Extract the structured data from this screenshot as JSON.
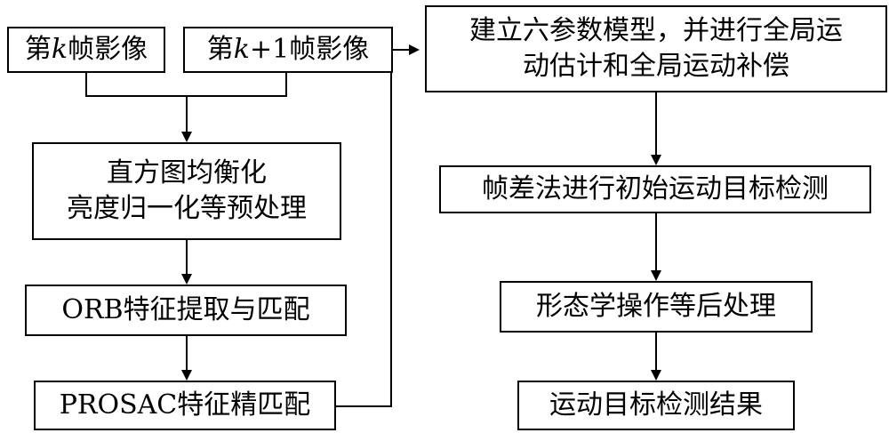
{
  "left_column": {
    "frame_k": {
      "pre": "第",
      "var": "k",
      "post": "帧影像"
    },
    "frame_k1": {
      "pre": "第",
      "var": "k",
      "mid": "+1",
      "post": "帧影像"
    },
    "preprocess": {
      "line1": "直方图均衡化",
      "line2": "亮度归一化等预处理"
    },
    "orb": "ORB特征提取与匹配",
    "prosac": "PROSAC特征精匹配"
  },
  "right_column": {
    "model": {
      "line1": "建立六参数模型，并进行全局运",
      "line2": "动估计和全局运动补偿"
    },
    "frame_diff": "帧差法进行初始运动目标检测",
    "morph": "形态学操作等后处理",
    "result": "运动目标检测结果"
  }
}
